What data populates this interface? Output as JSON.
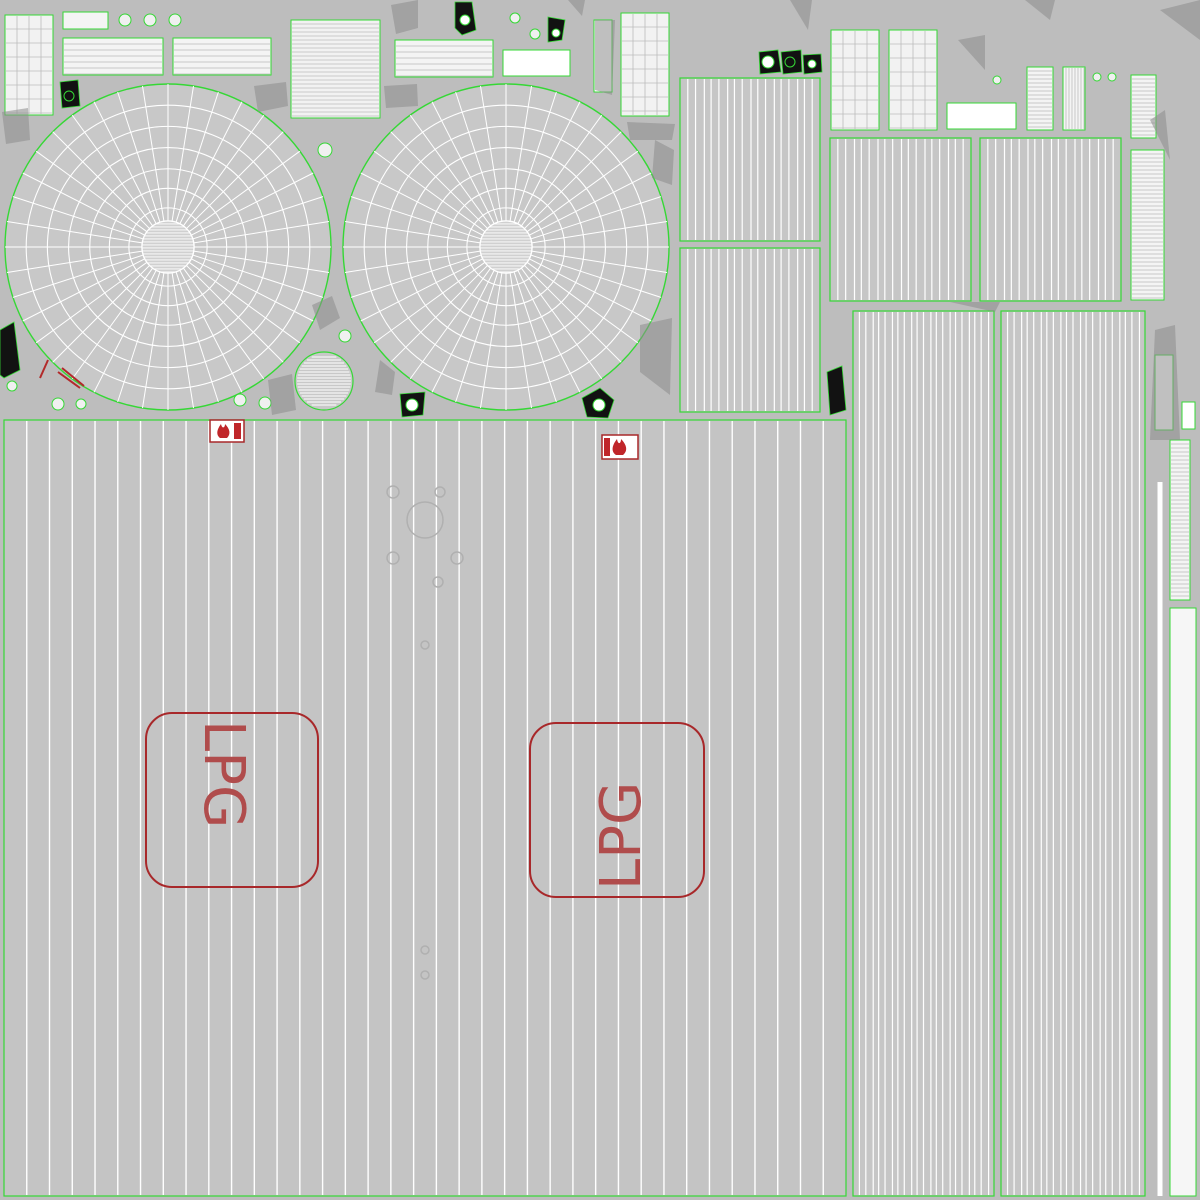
{
  "texture": {
    "labels": [
      {
        "id": "lpg-left",
        "text": "LPG"
      },
      {
        "id": "lpg-right",
        "text": "LPG"
      }
    ],
    "colors": {
      "background": "#bdbdbd",
      "panel": "#c6c6c6",
      "seam": "#35d835",
      "wire": "#ffffff",
      "marking": "#a8282a",
      "dark_part": "#101010",
      "shadow_part": "#8a8a8a"
    },
    "icons": [
      "flame-icon",
      "flame-icon"
    ]
  }
}
